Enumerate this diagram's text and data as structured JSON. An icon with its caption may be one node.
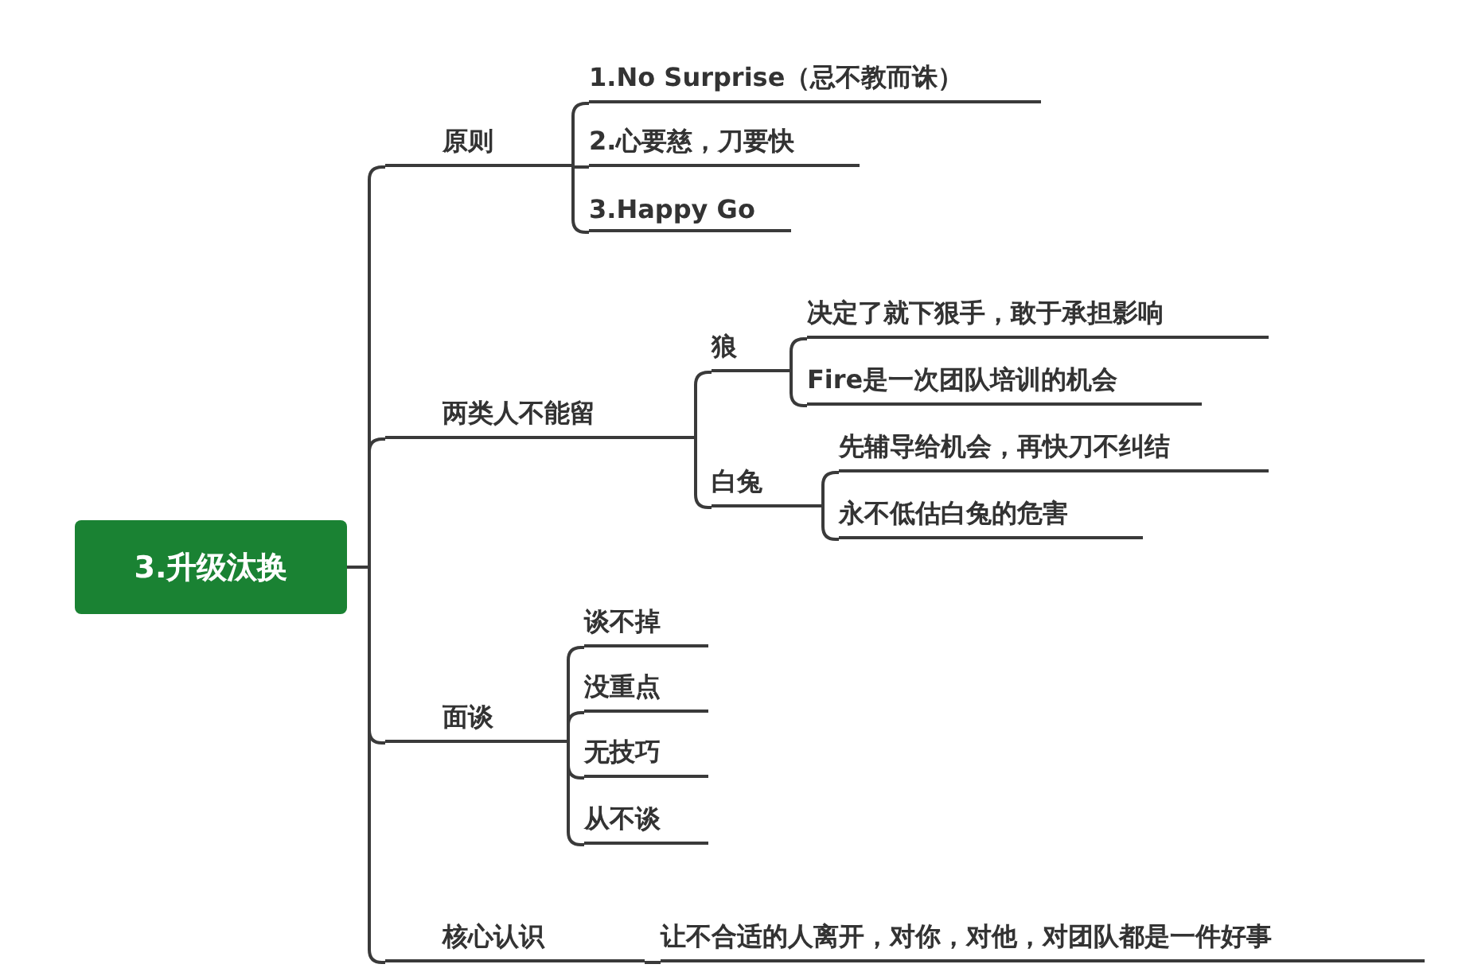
{
  "diagram": {
    "nodes": [
      {
        "text": [
          "3.升级汰换"
        ]
      },
      {
        "text": [
          "原则"
        ]
      },
      {
        "text": [
          "1.No Surprise（忌不教而诛）"
        ]
      },
      {
        "text": [
          "2.心要慈，刀要快"
        ]
      },
      {
        "text": [
          "3.Happy Go"
        ]
      },
      {
        "text": [
          "两类人不能留"
        ]
      },
      {
        "text": [
          "狼"
        ]
      },
      {
        "text": [
          "决定了就下狠手，敢于承担影响"
        ]
      },
      {
        "text": [
          "Fire是一次团队培训的机会"
        ]
      },
      {
        "text": [
          "白兔"
        ]
      },
      {
        "text": [
          "先辅导给机会，再快刀不纠结"
        ]
      },
      {
        "text": [
          "永不低估白兔的危害"
        ]
      },
      {
        "text": [
          "面谈"
        ]
      },
      {
        "text": [
          "谈不掉"
        ]
      },
      {
        "text": [
          "没重点"
        ]
      },
      {
        "text": [
          "无技巧"
        ]
      },
      {
        "text": [
          "从不谈"
        ]
      },
      {
        "text": [
          "核心认识"
        ]
      },
      {
        "text": [
          "让不合适的人离开，对你，对他，对团队都是一件好事"
        ]
      }
    ],
    "edges": [
      {
        "from": 0,
        "to": 1,
        "arrow": "none"
      },
      {
        "from": 1,
        "to": 2,
        "arrow": "none"
      },
      {
        "from": 1,
        "to": 3,
        "arrow": "none"
      },
      {
        "from": 1,
        "to": 4,
        "arrow": "none"
      },
      {
        "from": 0,
        "to": 5,
        "arrow": "none"
      },
      {
        "from": 5,
        "to": 6,
        "arrow": "none"
      },
      {
        "from": 6,
        "to": 7,
        "arrow": "none"
      },
      {
        "from": 6,
        "to": 8,
        "arrow": "none"
      },
      {
        "from": 5,
        "to": 9,
        "arrow": "none"
      },
      {
        "from": 9,
        "to": 10,
        "arrow": "none"
      },
      {
        "from": 9,
        "to": 11,
        "arrow": "none"
      },
      {
        "from": 0,
        "to": 12,
        "arrow": "none"
      },
      {
        "from": 12,
        "to": 13,
        "arrow": "none"
      },
      {
        "from": 12,
        "to": 14,
        "arrow": "none"
      },
      {
        "from": 12,
        "to": 15,
        "arrow": "none"
      },
      {
        "from": 12,
        "to": 16,
        "arrow": "none"
      },
      {
        "from": 0,
        "to": 17,
        "arrow": "none"
      },
      {
        "from": 17,
        "to": 18,
        "arrow": "none"
      }
    ]
  }
}
